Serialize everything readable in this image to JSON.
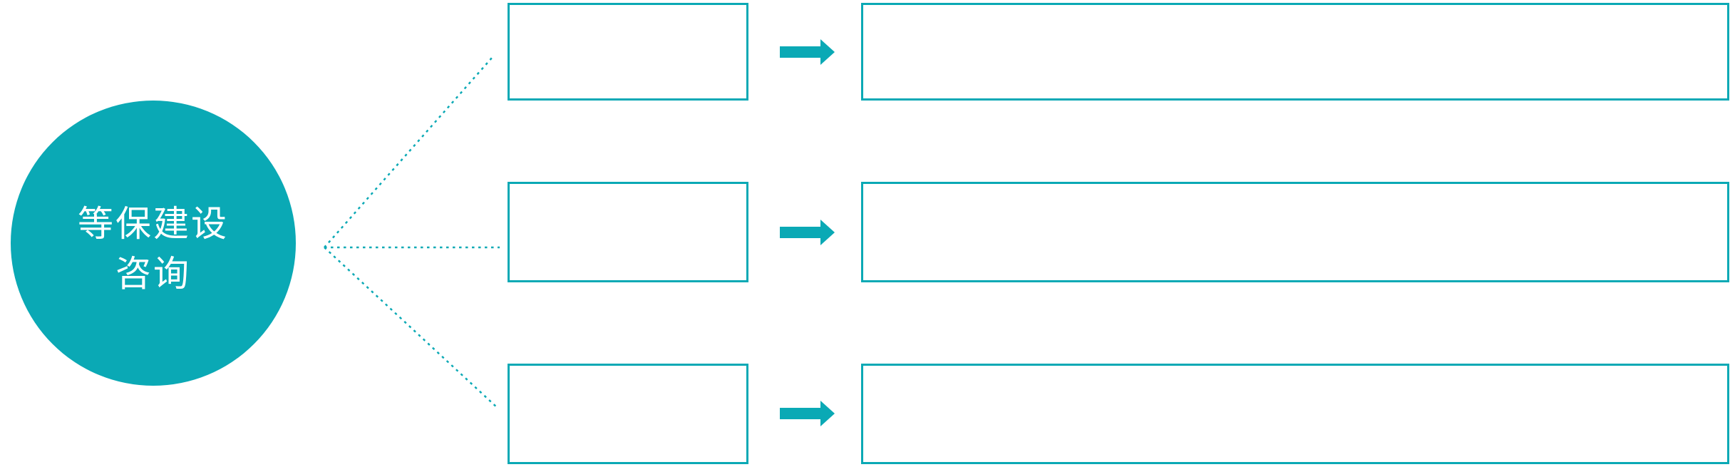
{
  "colors": {
    "accent": "#0aa9b5",
    "hub_text": "#ffffff",
    "background": "#ffffff"
  },
  "hub": {
    "label_line1": "等保建设",
    "label_line2": "咨询"
  },
  "rows": [
    {
      "category_label": "",
      "detail_label": ""
    },
    {
      "category_label": "",
      "detail_label": ""
    },
    {
      "category_label": "",
      "detail_label": ""
    }
  ],
  "icons": {
    "arrow": "right-arrow",
    "connector": "dotted-line"
  }
}
